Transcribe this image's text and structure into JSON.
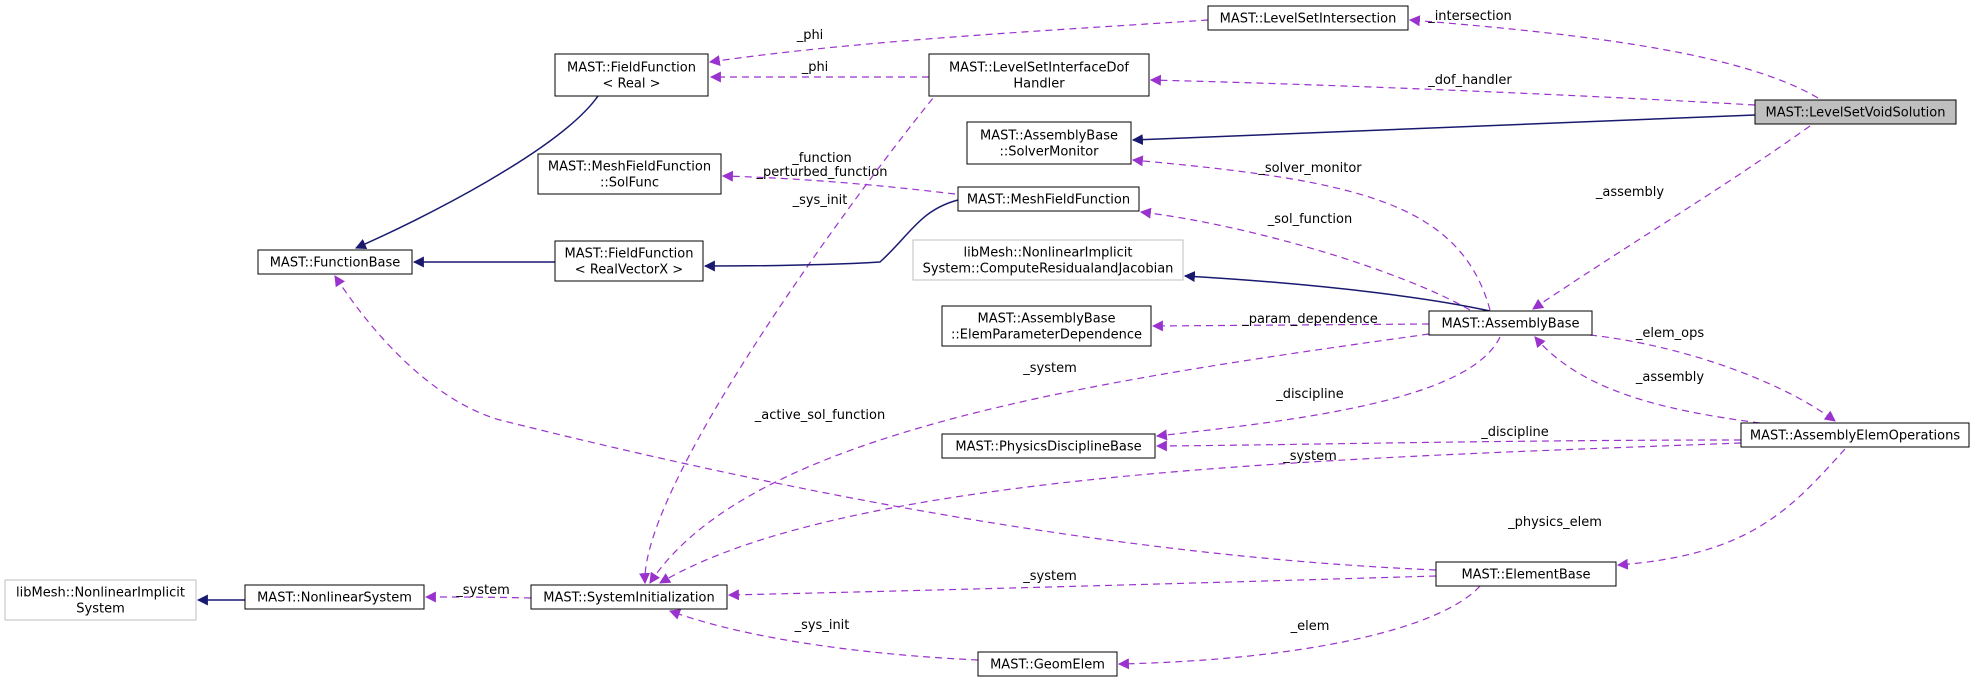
{
  "diagram": {
    "nodes": [
      {
        "id": "LevelSetVoidSolution",
        "lines": [
          "MAST::LevelSetVoidSolution"
        ],
        "external": false,
        "focus": true
      },
      {
        "id": "LevelSetIntersection",
        "lines": [
          "MAST::LevelSetIntersection"
        ],
        "external": false,
        "focus": false
      },
      {
        "id": "FieldFunctionReal",
        "lines": [
          "MAST::FieldFunction",
          "< Real >"
        ],
        "external": false,
        "focus": false
      },
      {
        "id": "LevelSetInterfaceDofHandler",
        "lines": [
          "MAST::LevelSetInterfaceDof",
          "Handler"
        ],
        "external": false,
        "focus": false
      },
      {
        "id": "SolverMonitor",
        "lines": [
          "MAST::AssemblyBase",
          "::SolverMonitor"
        ],
        "external": false,
        "focus": false
      },
      {
        "id": "SolFunc",
        "lines": [
          "MAST::MeshFieldFunction",
          "::SolFunc"
        ],
        "external": false,
        "focus": false
      },
      {
        "id": "MeshFieldFunction",
        "lines": [
          "MAST::MeshFieldFunction"
        ],
        "external": false,
        "focus": false
      },
      {
        "id": "FunctionBase",
        "lines": [
          "MAST::FunctionBase"
        ],
        "external": false,
        "focus": false
      },
      {
        "id": "FieldFunctionRealVectorX",
        "lines": [
          "MAST::FieldFunction",
          "< RealVectorX >"
        ],
        "external": false,
        "focus": false
      },
      {
        "id": "ComputeResidualandJacobian",
        "lines": [
          "libMesh::NonlinearImplicit",
          "System::ComputeResidualandJacobian"
        ],
        "external": true,
        "focus": false
      },
      {
        "id": "AssemblyBase",
        "lines": [
          "MAST::AssemblyBase"
        ],
        "external": false,
        "focus": false
      },
      {
        "id": "ElemParameterDependence",
        "lines": [
          "MAST::AssemblyBase",
          "::ElemParameterDependence"
        ],
        "external": false,
        "focus": false
      },
      {
        "id": "PhysicsDisciplineBase",
        "lines": [
          "MAST::PhysicsDisciplineBase"
        ],
        "external": false,
        "focus": false
      },
      {
        "id": "AssemblyElemOperations",
        "lines": [
          "MAST::AssemblyElemOperations"
        ],
        "external": false,
        "focus": false
      },
      {
        "id": "NonlinearImplicitSystem",
        "lines": [
          "libMesh::NonlinearImplicit",
          "System"
        ],
        "external": true,
        "focus": false
      },
      {
        "id": "NonlinearSystem",
        "lines": [
          "MAST::NonlinearSystem"
        ],
        "external": false,
        "focus": false
      },
      {
        "id": "SystemInitialization",
        "lines": [
          "MAST::SystemInitialization"
        ],
        "external": false,
        "focus": false
      },
      {
        "id": "ElementBase",
        "lines": [
          "MAST::ElementBase"
        ],
        "external": false,
        "focus": false
      },
      {
        "id": "GeomElem",
        "lines": [
          "MAST::GeomElem"
        ],
        "external": false,
        "focus": false
      }
    ],
    "edges": [
      {
        "id": "intersection",
        "kind": "use",
        "label": "_intersection"
      },
      {
        "id": "phi-from-intersection",
        "kind": "use",
        "label": "_phi"
      },
      {
        "id": "phi-from-dofhandler",
        "kind": "use",
        "label": "_phi"
      },
      {
        "id": "dof-handler",
        "kind": "use",
        "label": "_dof_handler"
      },
      {
        "id": "solvermonitor-inherit",
        "kind": "inherit",
        "label": ""
      },
      {
        "id": "assembly-from-voidsolution",
        "kind": "use",
        "label": "_assembly"
      },
      {
        "id": "function-perturbed",
        "kind": "use",
        "label": "_function\n_perturbed_function"
      },
      {
        "id": "sys-init-from-dofhandler",
        "kind": "use",
        "label": "_sys_init"
      },
      {
        "id": "meshfieldfunction-inherit",
        "kind": "inherit",
        "label": ""
      },
      {
        "id": "fieldfunctionreal-inherit",
        "kind": "inherit",
        "label": ""
      },
      {
        "id": "fieldfunctionrealvector-inherit",
        "kind": "inherit",
        "label": ""
      },
      {
        "id": "solver-monitor",
        "kind": "use",
        "label": "_solver_monitor"
      },
      {
        "id": "sol-function",
        "kind": "use",
        "label": "_sol_function"
      },
      {
        "id": "assemblybase-inherit",
        "kind": "inherit",
        "label": ""
      },
      {
        "id": "param-dependence",
        "kind": "use",
        "label": "_param_dependence"
      },
      {
        "id": "system-from-assemblybase",
        "kind": "use",
        "label": "_system"
      },
      {
        "id": "discipline-from-assemblybase",
        "kind": "use",
        "label": "_discipline"
      },
      {
        "id": "elem-ops",
        "kind": "use",
        "label": "_elem_ops"
      },
      {
        "id": "assembly-from-elemops",
        "kind": "use",
        "label": "_assembly"
      },
      {
        "id": "discipline-from-elemops",
        "kind": "use",
        "label": "_discipline"
      },
      {
        "id": "system-from-elemops",
        "kind": "use",
        "label": "_system"
      },
      {
        "id": "active-sol-function",
        "kind": "use",
        "label": "_active_sol_function"
      },
      {
        "id": "physics-elem",
        "kind": "use",
        "label": "_physics_elem"
      },
      {
        "id": "nonlinearsystem-inherit",
        "kind": "inherit",
        "label": ""
      },
      {
        "id": "system-from-sysinit",
        "kind": "use",
        "label": "_system"
      },
      {
        "id": "system-from-elementbase",
        "kind": "use",
        "label": "_system"
      },
      {
        "id": "sys-init-from-geomelem",
        "kind": "use",
        "label": "_sys_init"
      },
      {
        "id": "elem",
        "kind": "use",
        "label": "_elem"
      }
    ]
  },
  "colors": {
    "inherit": "#191970",
    "use": "#9a32cd",
    "external_border": "#bfbfbf",
    "focus_fill": "#bfbfbf"
  }
}
